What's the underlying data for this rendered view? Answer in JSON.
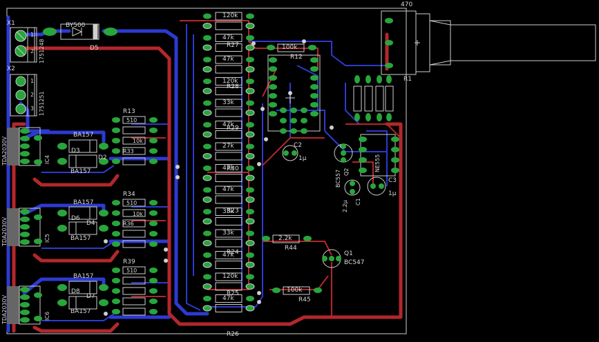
{
  "connectors": {
    "x1": {
      "name": "X1",
      "part": "1751248",
      "pins": [
        "1",
        "2"
      ]
    },
    "x2": {
      "name": "X2",
      "part": "1751251",
      "pins": [
        "1",
        "2",
        "3"
      ]
    }
  },
  "diode_main": {
    "type": "BY500",
    "name": "D5"
  },
  "ics": {
    "ic4": {
      "part": "TDA2030V",
      "name": "IC4"
    },
    "ic5": {
      "part": "TDA2030V",
      "name": "IC5"
    },
    "ic6": {
      "part": "TDA2030V",
      "name": "IC6"
    },
    "ne555": {
      "part": "NE555"
    }
  },
  "diodes": [
    {
      "type": "BA157",
      "name": "D3"
    },
    {
      "type": "BA157",
      "name": "D2"
    },
    {
      "type": "BA157",
      "name": "D6"
    },
    {
      "type": "BA157",
      "name": "D4"
    },
    {
      "type": "BA157",
      "name": "D8"
    },
    {
      "type": "BA157",
      "name": "D7"
    }
  ],
  "resistors": {
    "r13": {
      "name": "R13",
      "value": "510"
    },
    "r33": {
      "name": "R33",
      "value": "10k"
    },
    "r34": {
      "name": "R34",
      "value": "510"
    },
    "r36": {
      "name": "R36",
      "value": "10k"
    },
    "r39": {
      "name": "R39",
      "value": "510"
    },
    "r12": {
      "name": "R12",
      "value": "100k"
    },
    "r44": {
      "name": "R44",
      "value": "2.2k"
    },
    "r45": {
      "name": "R45",
      "value": "100k"
    }
  },
  "resistor_ladder": {
    "labels": [
      "R27",
      "R28",
      "R29",
      "R30",
      "R23",
      "R24",
      "R25",
      "R26"
    ],
    "values": [
      "120k",
      "47k",
      "47k",
      "120k",
      "33k",
      "47k",
      "27k",
      "47k",
      "47k",
      "33k",
      "33k",
      "47k",
      "120k",
      "47k"
    ]
  },
  "caps": {
    "c2": {
      "name": "C2",
      "value": "1µ"
    },
    "c1": {
      "name": "C1",
      "value": "2.2µ"
    },
    "c3": {
      "name": "C3",
      "value": "1µ"
    }
  },
  "transistors": {
    "q1": {
      "name": "Q1",
      "type": "BC547"
    },
    "q2": {
      "name": "Q2",
      "type": "BC557"
    }
  },
  "potentiometer": {
    "name": "R1",
    "value": "470"
  },
  "colors": {
    "background": "#000000",
    "top_copper": "#b3272b",
    "bottom_copper": "#2d3ad1",
    "pad": "#28a53c",
    "silkscreen": "#d8d8d8",
    "outline": "#cfcfcf"
  }
}
